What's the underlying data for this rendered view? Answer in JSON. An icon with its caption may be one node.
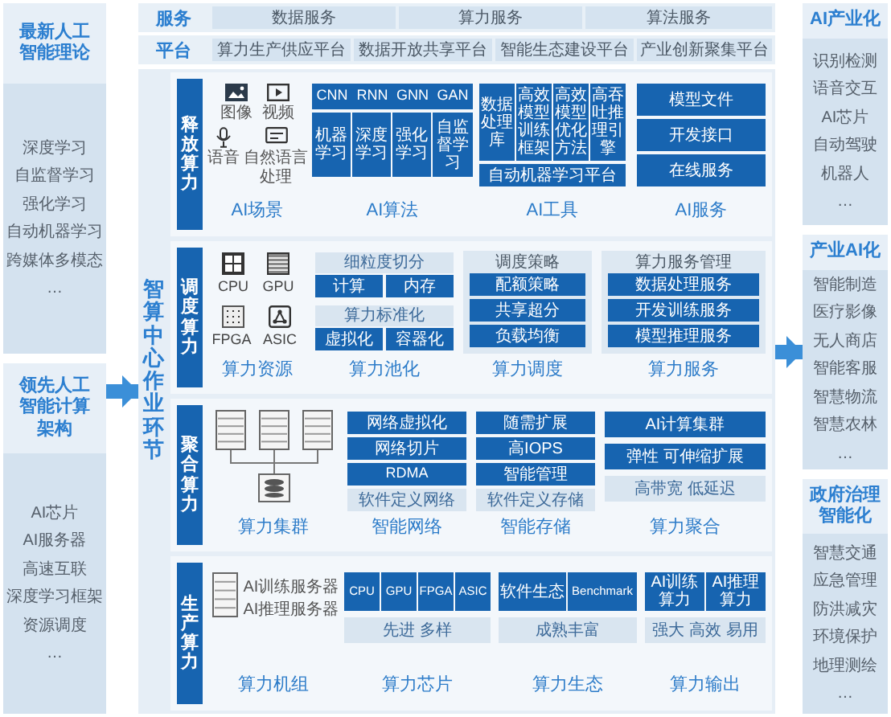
{
  "diagram": {
    "nodes": [
      {
        "text": [
          "最新人工智能理论",
          "深度学习",
          "自监督学习",
          "强化学习",
          "自动机器学习",
          "跨媒体多模态",
          "…"
        ]
      },
      {
        "text": [
          "领先人工智能计算架构",
          "AI芯片",
          "AI服务器",
          "高速互联",
          "深度学习框架",
          "资源调度",
          "…"
        ]
      },
      {
        "text": [
          "服务"
        ]
      },
      {
        "text": [
          "数据服务"
        ],
        "in": 2
      },
      {
        "text": [
          "算力服务"
        ],
        "in": 2
      },
      {
        "text": [
          "算法服务"
        ],
        "in": 2
      },
      {
        "text": [
          "平台"
        ]
      },
      {
        "text": [
          "算力生产供应平台"
        ],
        "in": 6
      },
      {
        "text": [
          "数据开放共享平台"
        ],
        "in": 6
      },
      {
        "text": [
          "智能生态建设平台"
        ],
        "in": 6
      },
      {
        "text": [
          "产业创新聚集平台"
        ],
        "in": 6
      },
      {
        "text": [
          "智算中心作业环节"
        ]
      },
      {
        "text": [
          "释放算力"
        ],
        "in": 11
      },
      {
        "text": [
          "CNN"
        ],
        "in": 12
      },
      {
        "text": [
          "RNN"
        ],
        "in": 12
      },
      {
        "text": [
          "GNN"
        ],
        "in": 12
      },
      {
        "text": [
          "GAN"
        ],
        "in": 12
      },
      {
        "text": [
          "机器学习"
        ],
        "in": 12
      },
      {
        "text": [
          "深度学习"
        ],
        "in": 12
      },
      {
        "text": [
          "强化学习"
        ],
        "in": 12
      },
      {
        "text": [
          "自监督学习"
        ],
        "in": 12
      },
      {
        "text": [
          "数据处理库"
        ],
        "in": 12
      },
      {
        "text": [
          "高效模型训练框架"
        ],
        "in": 12
      },
      {
        "text": [
          "高效模型优化方法"
        ],
        "in": 12
      },
      {
        "text": [
          "高吞吐推理引擎"
        ],
        "in": 12
      },
      {
        "text": [
          "自动机器学习平台"
        ],
        "in": 12
      },
      {
        "text": [
          "模型文件"
        ],
        "in": 12
      },
      {
        "text": [
          "开发接口"
        ],
        "in": 12
      },
      {
        "text": [
          "在线服务"
        ],
        "in": 12
      },
      {
        "text": [
          "调度算力"
        ],
        "in": 11
      },
      {
        "text": [
          "细粒度切分"
        ],
        "in": 29
      },
      {
        "text": [
          "计算"
        ],
        "in": 29
      },
      {
        "text": [
          "内存"
        ],
        "in": 29
      },
      {
        "text": [
          "算力标准化"
        ],
        "in": 29
      },
      {
        "text": [
          "虚拟化"
        ],
        "in": 29
      },
      {
        "text": [
          "容器化"
        ],
        "in": 29
      },
      {
        "text": [
          "调度策略"
        ],
        "in": 29
      },
      {
        "text": [
          "配额策略"
        ],
        "in": 36
      },
      {
        "text": [
          "共享超分"
        ],
        "in": 36
      },
      {
        "text": [
          "负载均衡"
        ],
        "in": 36
      },
      {
        "text": [
          "算力服务管理"
        ],
        "in": 29
      },
      {
        "text": [
          "数据处理服务"
        ],
        "in": 40
      },
      {
        "text": [
          "开发训练服务"
        ],
        "in": 40
      },
      {
        "text": [
          "模型推理服务"
        ],
        "in": 40
      },
      {
        "text": [
          "聚合算力"
        ],
        "in": 11
      },
      {
        "text": [
          "网络虚拟化"
        ],
        "in": 44
      },
      {
        "text": [
          "网络切片"
        ],
        "in": 44
      },
      {
        "text": [
          "RDMA"
        ],
        "in": 44
      },
      {
        "text": [
          "软件定义网络"
        ],
        "in": 44
      },
      {
        "text": [
          "随需扩展"
        ],
        "in": 44
      },
      {
        "text": [
          "高IOPS"
        ],
        "in": 44
      },
      {
        "text": [
          "智能管理"
        ],
        "in": 44
      },
      {
        "text": [
          "软件定义存储"
        ],
        "in": 44
      },
      {
        "text": [
          "AI计算集群"
        ],
        "in": 44
      },
      {
        "text": [
          "弹性 可伸缩扩展"
        ],
        "in": 44
      },
      {
        "text": [
          "高带宽 低延迟"
        ],
        "in": 44
      },
      {
        "text": [
          "生产算力"
        ],
        "in": 11
      },
      {
        "text": [
          "CPU"
        ],
        "in": 56
      },
      {
        "text": [
          "GPU"
        ],
        "in": 56
      },
      {
        "text": [
          "FPGA"
        ],
        "in": 56
      },
      {
        "text": [
          "ASIC"
        ],
        "in": 56
      },
      {
        "text": [
          "先进 多样"
        ],
        "in": 56
      },
      {
        "text": [
          "软件生态"
        ],
        "in": 56
      },
      {
        "text": [
          "Benchmark"
        ],
        "in": 56
      },
      {
        "text": [
          "成熟丰富"
        ],
        "in": 56
      },
      {
        "text": [
          "AI训练算力"
        ],
        "in": 56
      },
      {
        "text": [
          "AI推理算力"
        ],
        "in": 56
      },
      {
        "text": [
          "强大 高效 易用"
        ],
        "in": 56
      },
      {
        "text": [
          "AI产业化",
          "识别检测",
          "语音交互",
          "AI芯片",
          "自动驾驶",
          "机器人",
          "…"
        ]
      },
      {
        "text": [
          "产业AI化",
          "智能制造",
          "医疗影像",
          "无人商店",
          "智能客服",
          "智慧物流",
          "智慧农林",
          "…"
        ]
      },
      {
        "text": [
          "政府治理智能化",
          "智慧交通",
          "应急管理",
          "防洪减灾",
          "环境保护",
          "地理测绘",
          "…"
        ]
      }
    ],
    "edges": [
      {
        "from": 1,
        "to": 11,
        "arrow": "to"
      },
      {
        "from": 11,
        "to": 69,
        "arrow": "to"
      }
    ],
    "labels": [
      "图像",
      "视频",
      "语音",
      "自然语言处理",
      "AI场景",
      "AI算法",
      "AI工具",
      "AI服务",
      "CPU",
      "GPU",
      "FPGA",
      "ASIC",
      "算力资源",
      "算力池化",
      "算力调度",
      "算力服务",
      "算力集群",
      "智能网络",
      "智能存储",
      "算力聚合",
      "AI训练服务器",
      "AI推理服务器",
      "算力机组",
      "算力芯片",
      "算力生态",
      "算力输出"
    ]
  }
}
